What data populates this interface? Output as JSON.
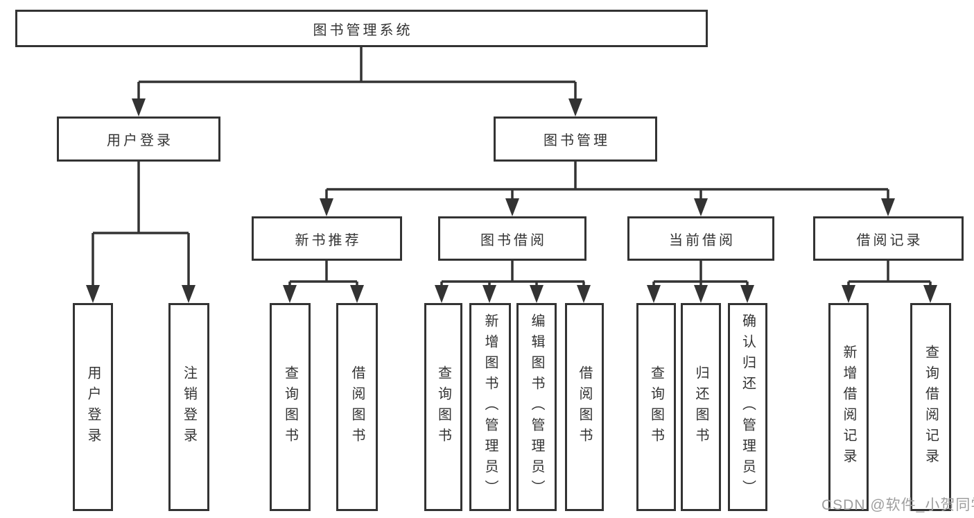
{
  "diagram": {
    "title": "图书管理系统",
    "colors": {
      "line": "#333333",
      "text": "#333333",
      "background": "#ffffff",
      "watermark": "#9e9e9e"
    },
    "nodes": {
      "root": "图书管理系统",
      "user_login": "用户登录",
      "book_management": "图书管理",
      "new_book_recommend": "新书推荐",
      "book_borrowing": "图书借阅",
      "current_borrowing": "当前借阅",
      "borrowing_records": "借阅记录"
    },
    "leaves": {
      "user_login": "用户登录",
      "logout": "注销登录",
      "nbr_query_books": "查询图书",
      "nbr_borrow_books": "借阅图书",
      "bb_query_books": "查询图书",
      "bb_add_books": "新增图书（管理员）",
      "bb_edit_books": "编辑图书（管理员）",
      "bb_borrow_books": "借阅图书",
      "cb_query_books": "查询图书",
      "cb_return_books": "归还图书",
      "cb_confirm_return": "确认归还（管理员）",
      "br_add_record": "新增借阅记录",
      "br_query_record": "查询借阅记录"
    },
    "watermark": "CSDN @软件_小贺同学"
  }
}
